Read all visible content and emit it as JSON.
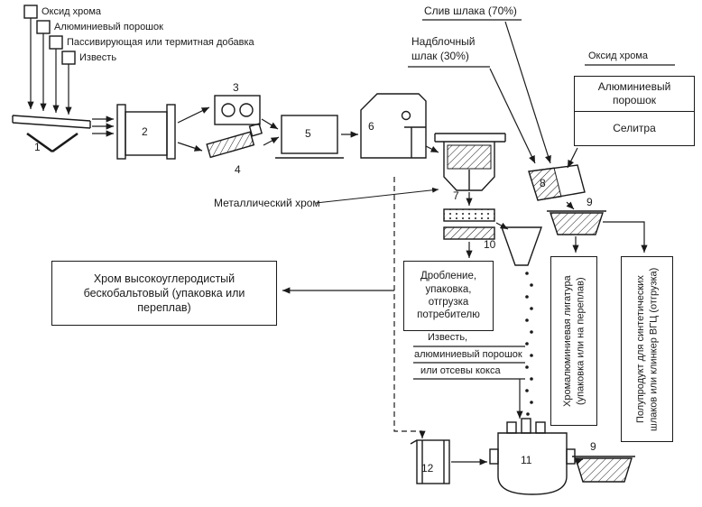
{
  "diagram": {
    "feeds": [
      "Оксид хрома",
      "Алюминиевый порошок",
      "Пассивирующая или термитная добавка",
      "Известь"
    ],
    "slag_drain": "Слив шлака (70%)",
    "block_slag_line1": "Надблочный",
    "block_slag_line2": "шлак (30%)",
    "right_feed_title": "Оксид хрома",
    "right_feed_items": [
      "Алюминиевый порошок",
      "Селитра"
    ],
    "metallic_chrome": "Металлический хром",
    "crush_box": "Дробление, упаковка, отгрузка потребителю",
    "left_box": "Хром высокоуглеродистый бескобальтовый (упаковка или переплав)",
    "additives": [
      "Известь,",
      "алюминиевый порошок",
      "или отсевы кокса"
    ],
    "vbox_ligature": "Хромалюминиевая лигатура (упаковка или на переплав)",
    "vbox_semiproduct": "Полупродукт для синтетических шлаков или клинкер ВГЦ (отгрузка)",
    "numbers": {
      "n1": "1",
      "n2": "2",
      "n3": "3",
      "n4": "4",
      "n5": "5",
      "n6": "6",
      "n7": "7",
      "n8": "8",
      "n9": "9",
      "n9b": "9",
      "n10": "10",
      "n11": "11",
      "n12": "12"
    }
  },
  "colors": {
    "ink": "#1a1a1a",
    "background": "#ffffff"
  }
}
